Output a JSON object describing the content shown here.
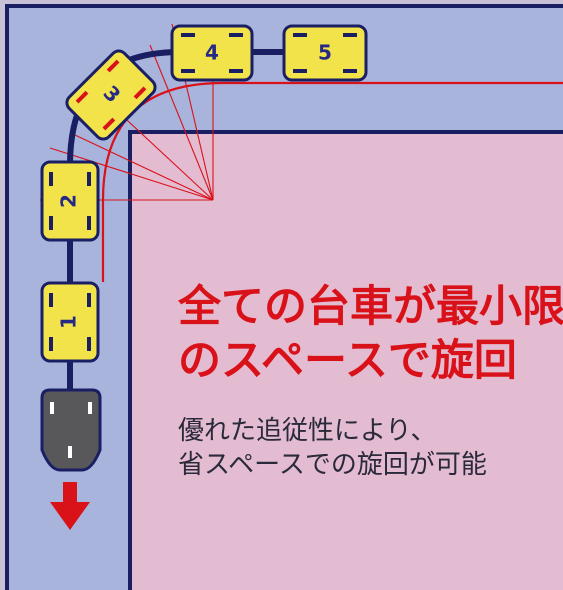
{
  "headline": {
    "line1": "全ての台車が最小限",
    "line2": "のスペースで旋回"
  },
  "subtext": {
    "line1": "優れた追従性により、",
    "line2": "省スペースでの旋回が可能"
  },
  "carts": [
    {
      "number": "1"
    },
    {
      "number": "2"
    },
    {
      "number": "3"
    },
    {
      "number": "4"
    },
    {
      "number": "5"
    }
  ],
  "direction_icon": "arrow-down-icon",
  "colors": {
    "corridor": "#a8b4dc",
    "inner_area": "#e4bcd2",
    "outer_frame": "#c8c2d6",
    "border_navy": "#1a1f63",
    "cart_yellow": "#f2e34a",
    "cart_number": "#262a86",
    "motor_unit": "#58585a",
    "accent_red": "#d9121a"
  }
}
